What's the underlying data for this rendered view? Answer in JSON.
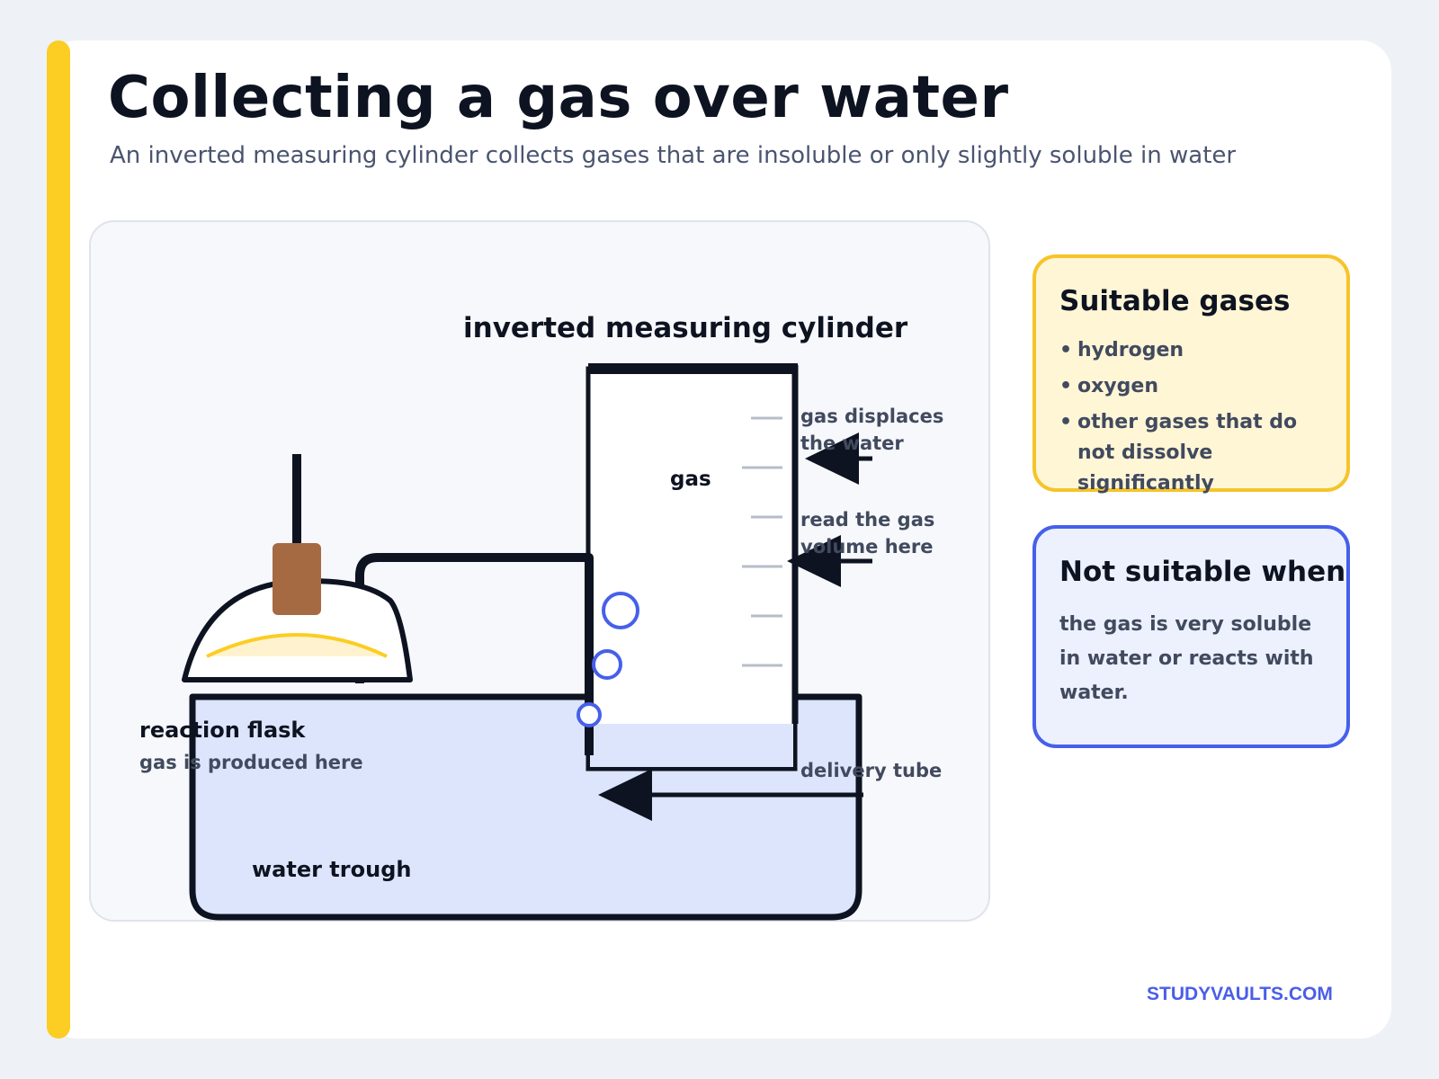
{
  "header": {
    "title": "Collecting a gas over water",
    "subtitle": "An inverted measuring cylinder collects gases that are insoluble or only slightly soluble in water"
  },
  "diagram": {
    "cylinder_label": "inverted measuring cylinder",
    "gas_label": "gas",
    "annotation_displace": [
      "gas displaces",
      "the water"
    ],
    "annotation_read": [
      "read the gas",
      "volume here"
    ],
    "annotation_delivery": "delivery tube",
    "flask_label": "reaction flask",
    "flask_sublabel": "gas is produced here",
    "trough_label": "water trough"
  },
  "suitable": {
    "title": "Suitable gases",
    "items": [
      "hydrogen",
      "oxygen",
      "other gases that do not dissolve significantly"
    ]
  },
  "unsuitable": {
    "title": "Not suitable when",
    "text": "the gas is very soluble in water or reacts with water."
  },
  "footer": {
    "brand": "STUDYVAULTS.COM"
  },
  "colors": {
    "accent": "#fccd22",
    "ink": "#0d1320",
    "water": "#dce5fc",
    "bubble": "#4660ea",
    "stopper": "#a66a43",
    "muted": "#414a5e"
  }
}
